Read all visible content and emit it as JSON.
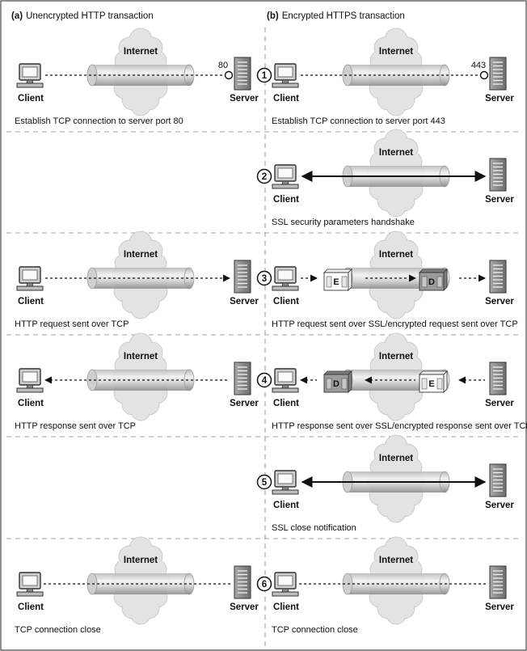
{
  "panels": {
    "a": {
      "tag": "(a)",
      "title": "Unencrypted HTTP transaction"
    },
    "b": {
      "tag": "(b)",
      "title": "Encrypted HTTPS transaction"
    }
  },
  "labels": {
    "client": "Client",
    "server": "Server",
    "internet": "Internet"
  },
  "ports": {
    "http": "80",
    "https": "443"
  },
  "box_letters": {
    "encrypt": "E",
    "decrypt": "D"
  },
  "rows": [
    {
      "step": "1",
      "left": {
        "caption": "Establish TCP connection to server port 80"
      },
      "right": {
        "caption": "Establish TCP connection to server port 443"
      }
    },
    {
      "step": "2",
      "left": null,
      "right": {
        "caption": "SSL security parameters handshake"
      }
    },
    {
      "step": "3",
      "left": {
        "caption": "HTTP request sent over TCP"
      },
      "right": {
        "caption": "HTTP request sent over SSL/encrypted request sent over TCP"
      }
    },
    {
      "step": "4",
      "left": {
        "caption": "HTTP response sent over TCP"
      },
      "right": {
        "caption": "HTTP response sent over SSL/encrypted response sent over TCP"
      }
    },
    {
      "step": "5",
      "left": null,
      "right": {
        "caption": "SSL close notification"
      }
    },
    {
      "step": "6",
      "left": {
        "caption": "TCP connection close"
      },
      "right": {
        "caption": "TCP connection close"
      }
    }
  ]
}
